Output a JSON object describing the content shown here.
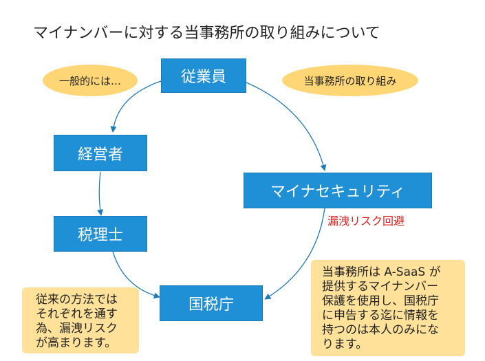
{
  "title": "マイナンバーに対する当事務所の取り組みについて",
  "nodes": {
    "employee": "従業員",
    "manager": "経営者",
    "tax_accountant": "税理士",
    "tax_agency": "国税庁",
    "security": "マイナセキュリティ"
  },
  "ovals": {
    "general": "一般的には…",
    "office_effort": "当事務所の取り組み"
  },
  "red_label": "漏洩リスク回避",
  "note_left": {
    "lines": [
      "従来の方法では",
      "それぞれを通す",
      "為、漏洩リスク",
      "が高まります。"
    ]
  },
  "note_right": {
    "lines": [
      "当事務所は A-SaaS が",
      "提供するマイナンバー",
      "保護を使用し、国税庁",
      "に申告する迄に情報を",
      "持つのは本人のみにな",
      "ります。"
    ]
  },
  "colors": {
    "box_fill": "#1f8fd6",
    "oval_fill": "#ffd675",
    "note_fill": "#ffe19a",
    "arrow": "#1f7ab8",
    "red_label": "#e0201e"
  }
}
